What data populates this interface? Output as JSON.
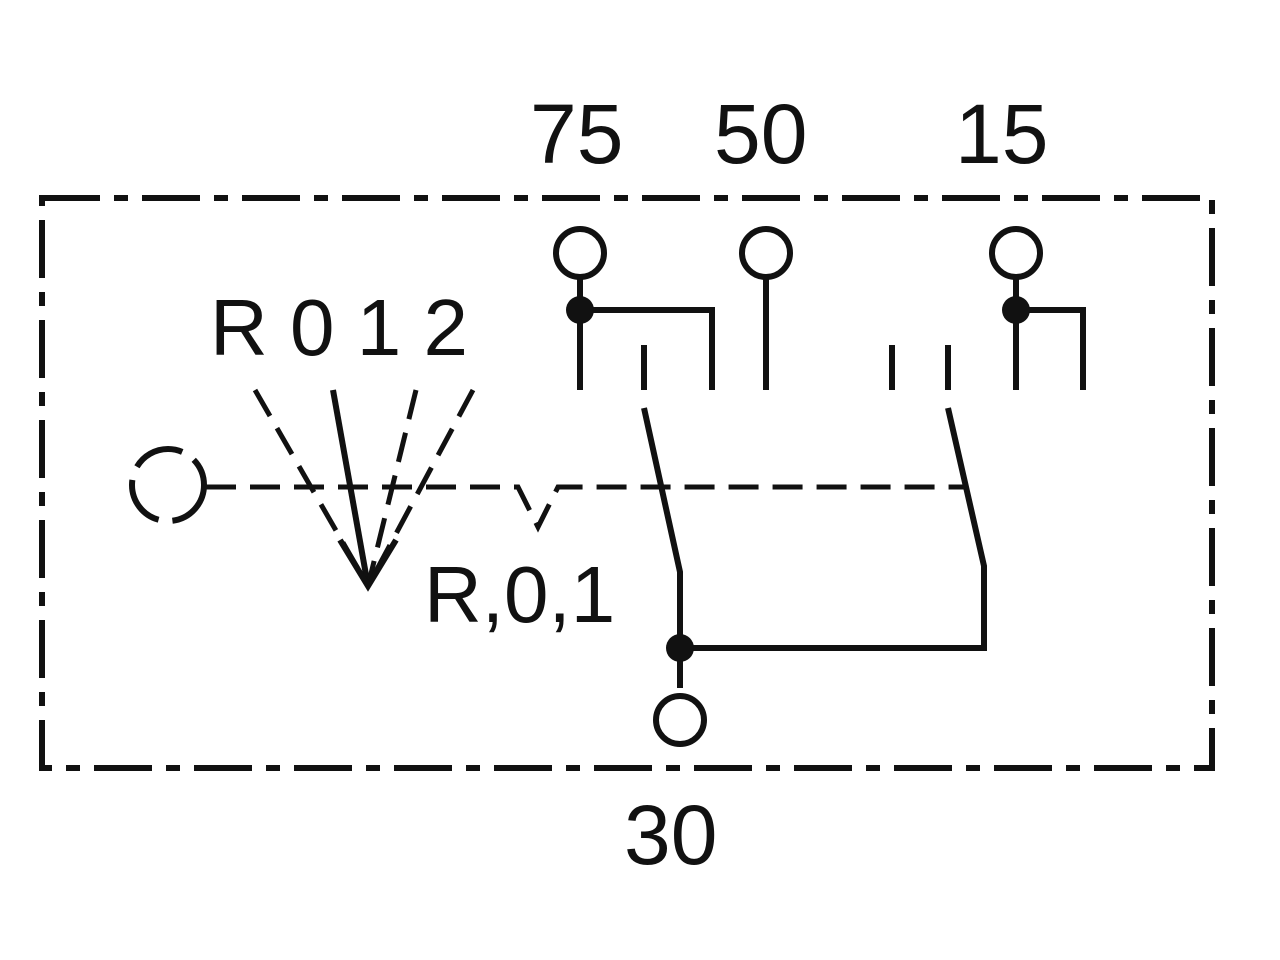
{
  "terminals": {
    "t75": "75",
    "t50": "50",
    "t15": "15",
    "t30": "30"
  },
  "positions": {
    "label": "R 0 1 2"
  },
  "switch_label": "R,0,1"
}
